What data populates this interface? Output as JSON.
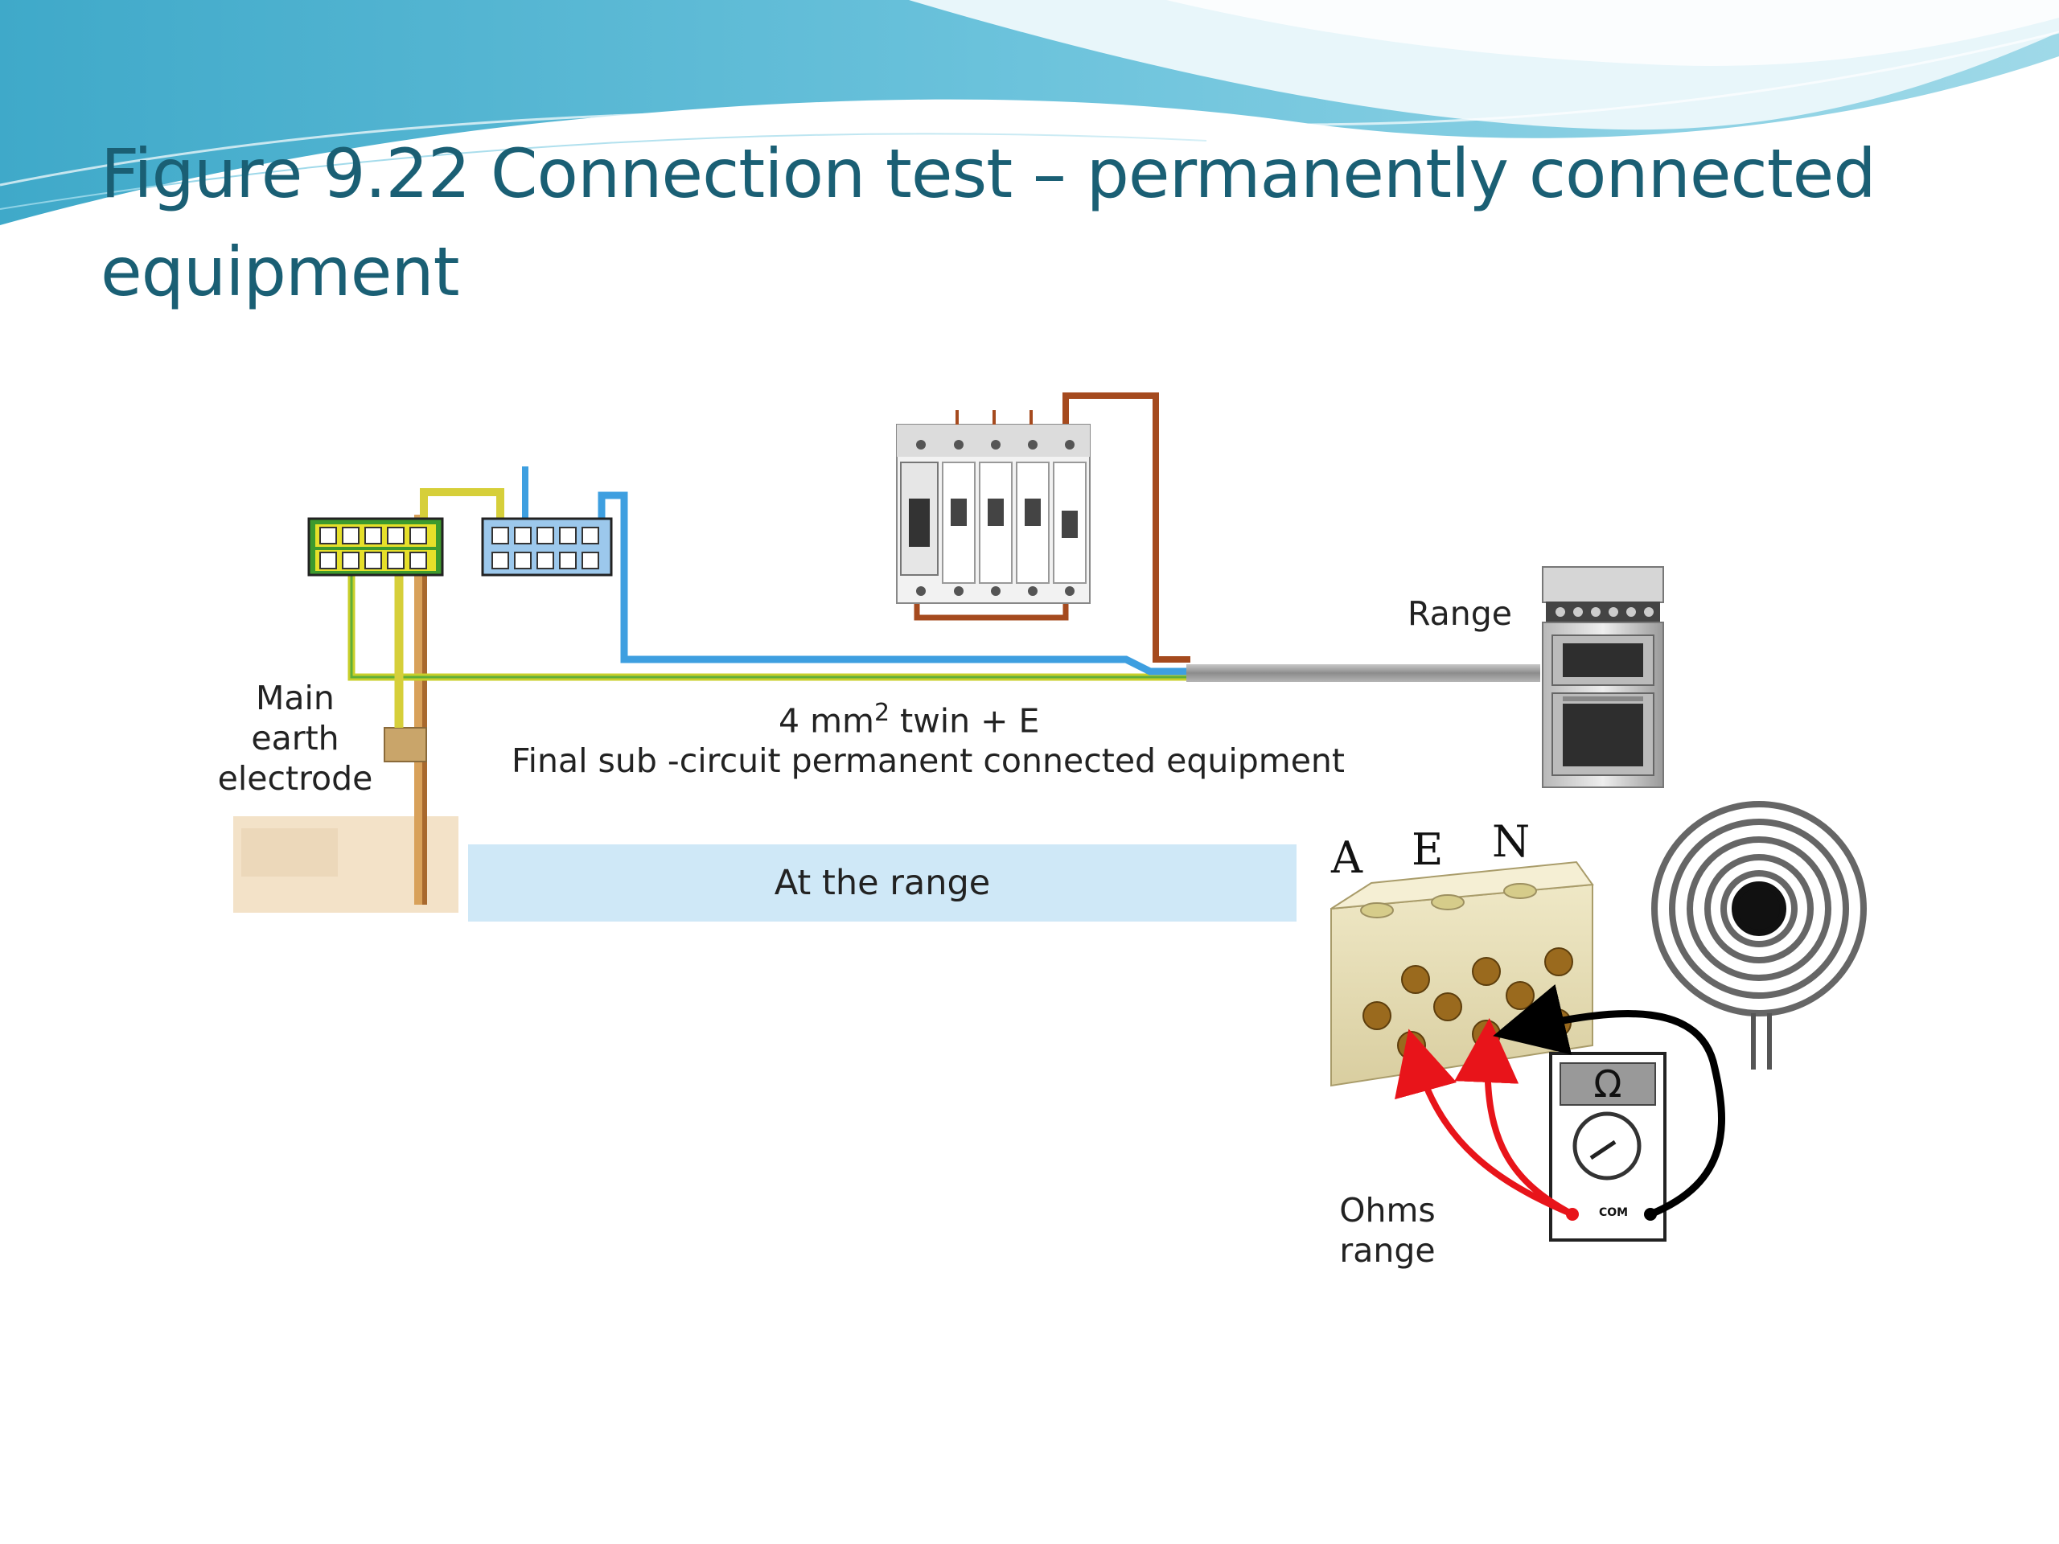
{
  "slide": {
    "title": "Figure 9.22 Connection test – permanently connected equipment"
  },
  "diagram": {
    "labels": {
      "main_earth_line1": "Main",
      "main_earth_line2": "earth",
      "main_earth_line3": "electrode",
      "cable_size": "4 mm",
      "cable_size_superscript": "2",
      "cable_type": " twin + E",
      "circuit_description": "Final sub -circuit permanent connected equipment",
      "range": "Range",
      "at_the_range": "At the range",
      "terminal_a": "A",
      "terminal_e": "E",
      "terminal_n": "N",
      "ohms_line1": "Ohms",
      "ohms_line2": "range",
      "meter_symbol": "Ω",
      "meter_com": "COM"
    },
    "colors": {
      "title": "#1a5f74",
      "earth_wire": "#c8cf2a",
      "neutral_wire": "#3e9fe0",
      "live_wire": "#a54a1e",
      "test_lead_red": "#e8141a",
      "test_lead_black": "#000000",
      "banner": "#cfe8f7"
    },
    "icons": [
      "earth-terminal-bar-icon",
      "neutral-terminal-bar-icon",
      "consumer-unit-icon",
      "range-cooker-icon",
      "terminal-block-icon",
      "cooker-ring-element-icon",
      "multimeter-icon",
      "earth-electrode-icon"
    ]
  }
}
